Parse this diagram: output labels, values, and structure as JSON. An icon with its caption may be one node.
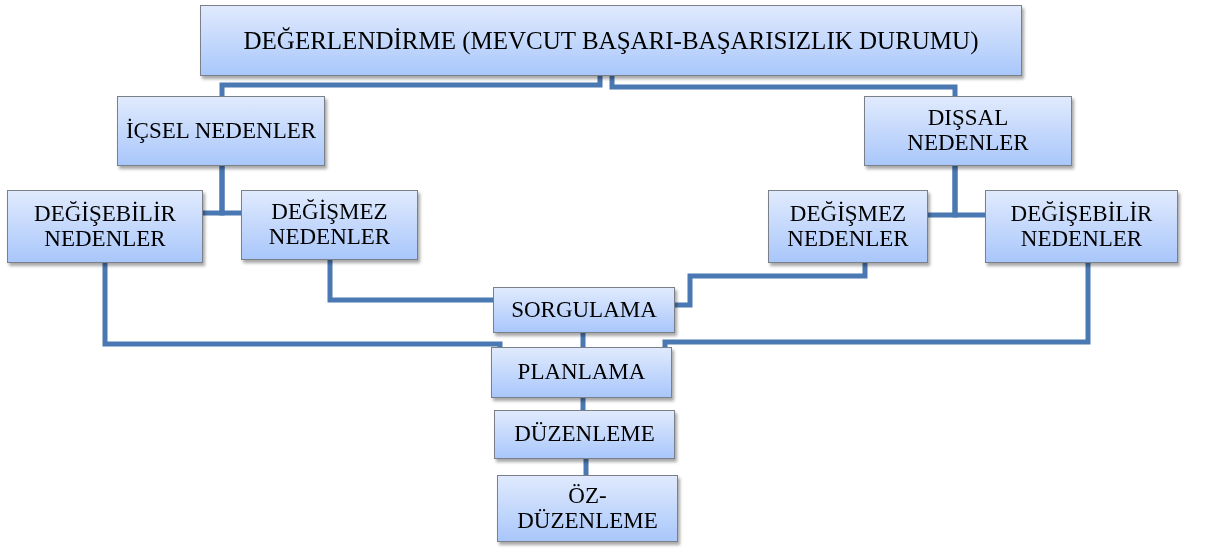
{
  "diagram": {
    "nodes": [
      {
        "text": [
          "DEĞERLENDİRME (MEVCUT BAŞARI-BAŞARISIZLIK DURUMU)"
        ]
      },
      {
        "text": [
          "İÇSEL NEDENLER"
        ]
      },
      {
        "text": [
          "DIŞSAL NEDENLER"
        ]
      },
      {
        "text": [
          "DEĞİŞEBİLİR NEDENLER"
        ]
      },
      {
        "text": [
          "DEĞİŞMEZ NEDENLER"
        ]
      },
      {
        "text": [
          "DEĞİŞMEZ NEDENLER"
        ]
      },
      {
        "text": [
          "DEĞİŞEBİLİR NEDENLER"
        ]
      },
      {
        "text": [
          "SORGULAMA"
        ]
      },
      {
        "text": [
          "PLANLAMA"
        ]
      },
      {
        "text": [
          "DÜZENLEME"
        ]
      },
      {
        "text": [
          "ÖZ-DÜZENLEME"
        ]
      }
    ],
    "edges": [
      {
        "from": 0,
        "to": 1,
        "arrow": "none"
      },
      {
        "from": 0,
        "to": 2,
        "arrow": "none"
      },
      {
        "from": 1,
        "to": 3,
        "arrow": "none"
      },
      {
        "from": 1,
        "to": 4,
        "arrow": "none"
      },
      {
        "from": 2,
        "to": 5,
        "arrow": "none"
      },
      {
        "from": 2,
        "to": 6,
        "arrow": "none"
      },
      {
        "from": 4,
        "to": 7,
        "arrow": "none"
      },
      {
        "from": 3,
        "to": 8,
        "arrow": "none"
      },
      {
        "from": 5,
        "to": 7,
        "arrow": "none"
      },
      {
        "from": 6,
        "to": 8,
        "arrow": "none"
      },
      {
        "from": 7,
        "to": 8,
        "arrow": "none"
      },
      {
        "from": 8,
        "to": 9,
        "arrow": "none"
      },
      {
        "from": 9,
        "to": 10,
        "arrow": "none"
      }
    ]
  }
}
